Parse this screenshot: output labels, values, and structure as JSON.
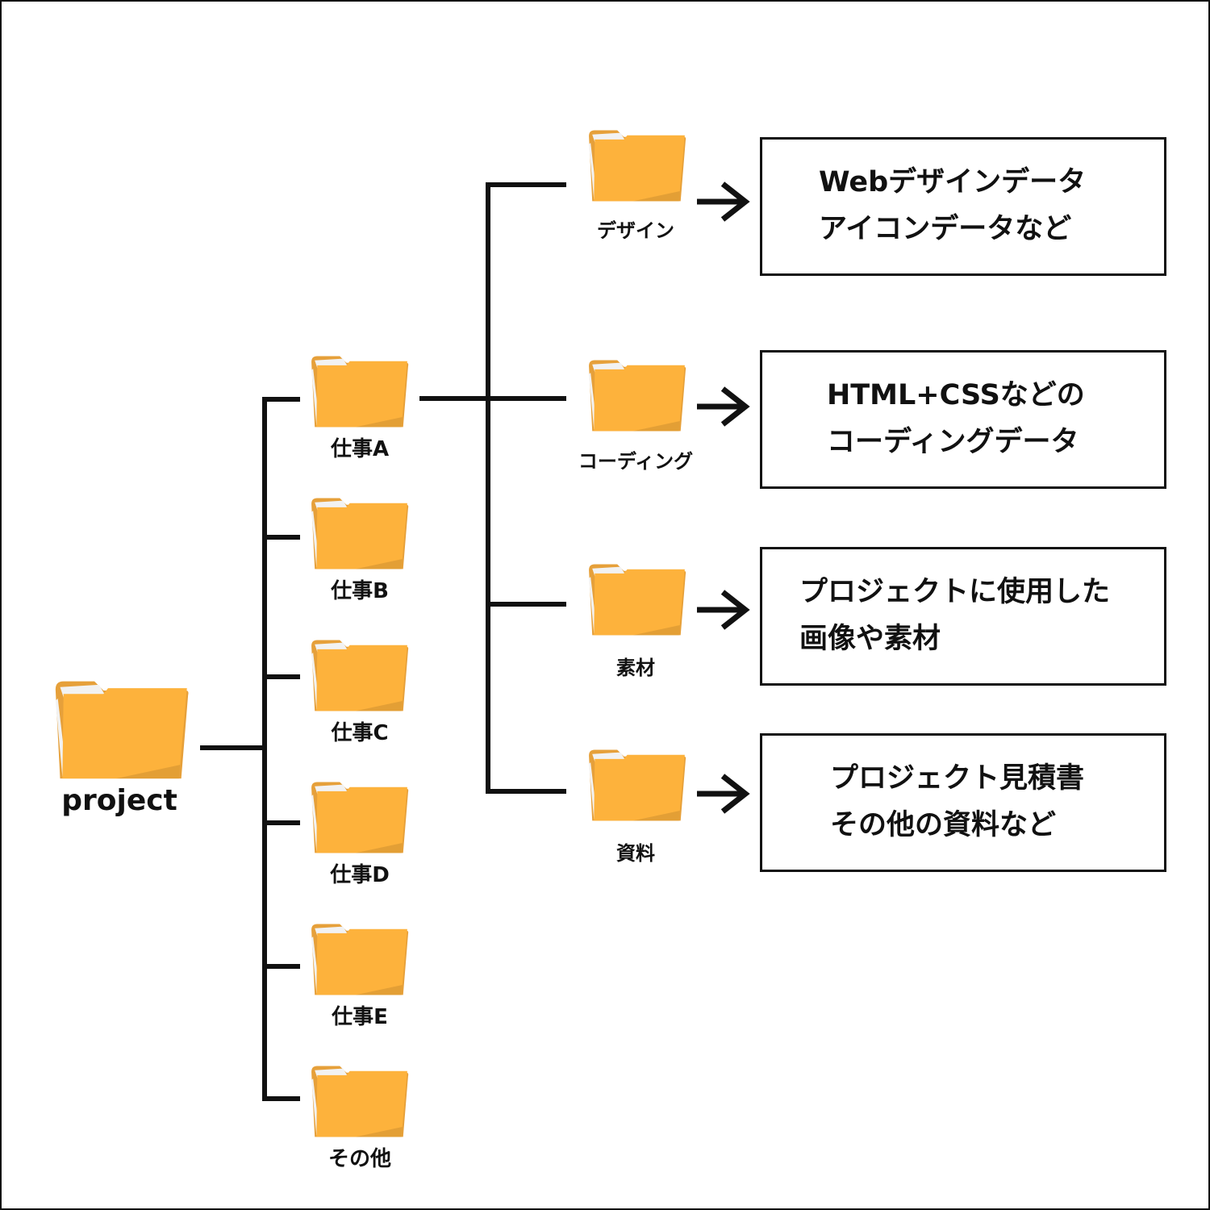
{
  "colors": {
    "folder_body": "#FDB23C",
    "folder_tab": "#E6A03A",
    "folder_paper": "#F2F2F2",
    "line": "#111111"
  },
  "icon_name": "folder-icon",
  "root": {
    "label": "project"
  },
  "level1": [
    {
      "label": "仕事A"
    },
    {
      "label": "仕事B"
    },
    {
      "label": "仕事C"
    },
    {
      "label": "仕事D"
    },
    {
      "label": "仕事E"
    },
    {
      "label": "その他"
    }
  ],
  "level2": [
    {
      "label": "デザイン",
      "description": [
        "Webデザインデータ",
        "アイコンデータなど"
      ]
    },
    {
      "label": "コーディング",
      "description": [
        "HTML+CSSなどの",
        "コーディングデータ"
      ]
    },
    {
      "label": "素材",
      "description": [
        "プロジェクトに使用した",
        "画像や素材"
      ]
    },
    {
      "label": "資料",
      "description": [
        "プロジェクト見積書",
        "その他の資料など"
      ]
    }
  ]
}
